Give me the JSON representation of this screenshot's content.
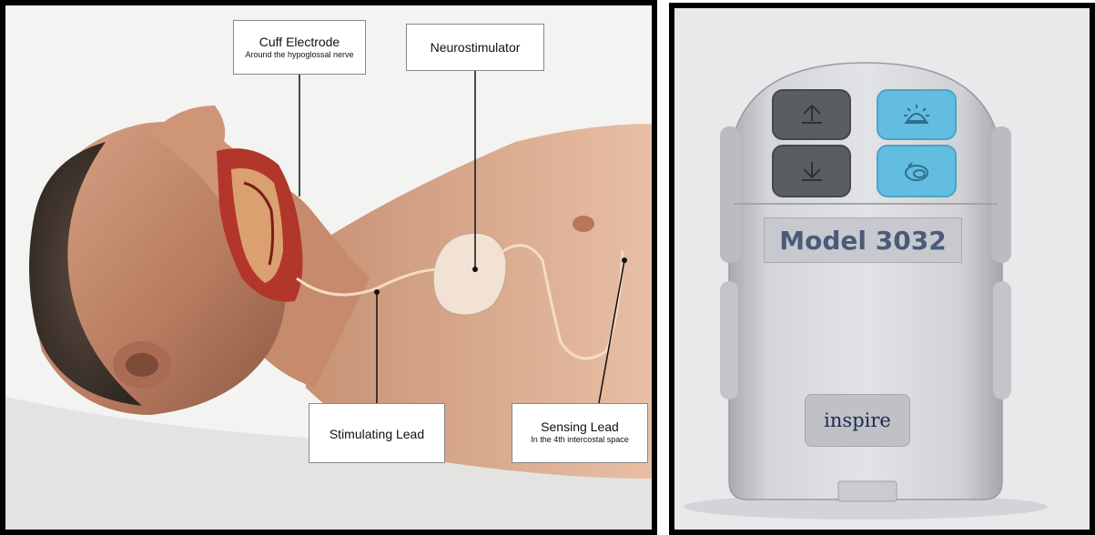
{
  "diagram": {
    "labels": {
      "cuff": {
        "title": "Cuff Electrode",
        "sub": "Around the hypoglossal nerve"
      },
      "neuro": {
        "title": "Neurostimulator"
      },
      "stim": {
        "title": "Stimulating Lead"
      },
      "sense": {
        "title": "Sensing Lead",
        "sub": "In the 4th intercostal space"
      }
    }
  },
  "remote": {
    "model_label": "Model 3032",
    "brand": "inspire",
    "buttons": [
      {
        "icon": "arrow-up-icon",
        "color": "#5a5d62"
      },
      {
        "icon": "arrow-down-icon",
        "color": "#5a5d62"
      },
      {
        "icon": "therapy-on-icon",
        "color": "#63bde0"
      },
      {
        "icon": "pause-icon",
        "color": "#63bde0"
      }
    ]
  }
}
